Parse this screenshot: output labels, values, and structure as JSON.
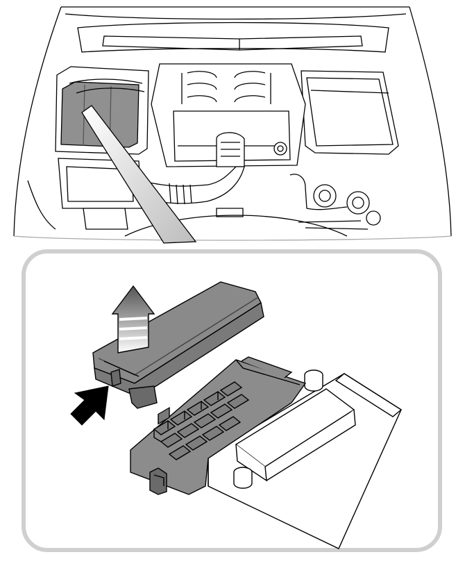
{
  "diagram": {
    "top_view": {
      "subject": "engine-bay-overhead",
      "highlight": "fuse-box-location"
    },
    "detail_view": {
      "subject": "fuse-box-cover-removal",
      "arrows": [
        "lift-arrow",
        "push-clip-arrow"
      ]
    },
    "colors": {
      "line": "#000000",
      "fill_white": "#ffffff",
      "fuse_grey": "#8c8c8c",
      "cover_grey": "#8a8a8a",
      "frame": "#cfcfcf",
      "highlight_grey": "#909090"
    }
  }
}
